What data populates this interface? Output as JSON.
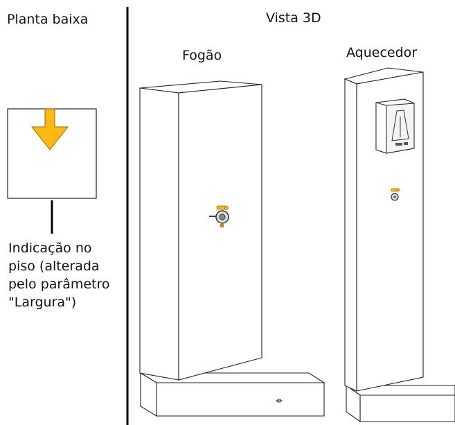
{
  "left_panel": {
    "title": "Planta baixa",
    "note_lines": [
      "Indicação no",
      "piso (alterada",
      "pelo parâmetro",
      "\"Largura\")"
    ]
  },
  "right_panel": {
    "title": "Vista 3D",
    "fixtures": [
      {
        "label": "Fogão"
      },
      {
        "label": "Aquecedor"
      }
    ]
  },
  "colors": {
    "arrow_fill": "#fdb813",
    "arrow_stroke": "#9a6a00",
    "line": "#222222",
    "divider": "#000000"
  }
}
